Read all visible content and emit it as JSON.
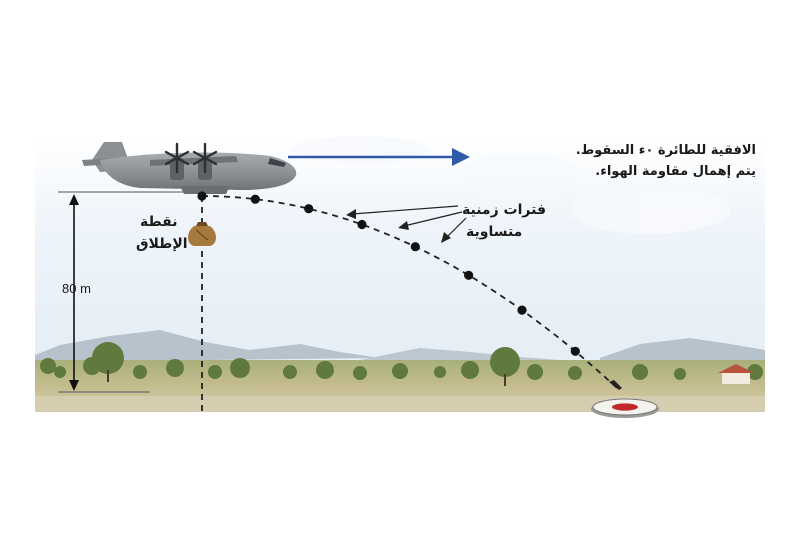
{
  "notes": {
    "line1": "الافقية للطائرة ٠ء السقوط.",
    "line2": "يتم إهمال مقاومة الهواء."
  },
  "labels": {
    "release_line1": "نقطة",
    "release_line2": "الإطلاق",
    "equal_line1": "فترات زمنية",
    "equal_line2": "متساوية",
    "height": "80 m"
  },
  "trajectory_points": 8,
  "colors": {
    "sky": "#e9f1f8",
    "ground": "#c8bc93",
    "velocity_arrow": "#2f5aa8",
    "target": "#c0282c",
    "aircraft": "#8f9296"
  },
  "icons": [
    "aircraft-icon",
    "supply-bag-icon",
    "target-icon"
  ]
}
